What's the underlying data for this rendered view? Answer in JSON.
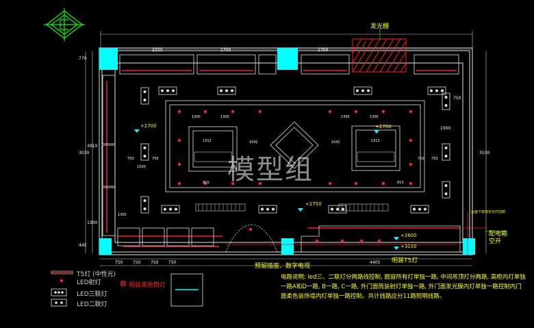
{
  "labels": {
    "light_shelf": "发光棚",
    "cabinet_base": "配电箱",
    "cabinet_base2": "空开",
    "bottom_center": "预留插座、数字电视",
    "bottom_right": "明装T5灯",
    "ceiling_h1": "+2700",
    "ceiling_h2": "+2700",
    "ceiling_h3": "+2750",
    "ceiling_h4": "+2600",
    "ceiling_h5": "+3150",
    "small_note": "台面下增加日光灯控制",
    "watermark": "模型组"
  },
  "dims_top": [
    "2330",
    "1700",
    "1700"
  ],
  "dims_left": [
    "770",
    "3030",
    "3910",
    "1300",
    "445"
  ],
  "dims_bottom": [
    "750",
    "750",
    "750",
    "750",
    "4405"
  ],
  "dims_right": [
    "750",
    "1500",
    "3530"
  ],
  "inner_dims": [
    "1300",
    "1300",
    "1300",
    "1300",
    "1042",
    "1042",
    "1500",
    "750",
    "750",
    "750",
    "750",
    "1300",
    "1312",
    "1312",
    "815",
    "815"
  ],
  "notes": "电路说明: led三、二联灯分两路线控制, 圆窗所有灯单独一路, 中间吊顶灯分两路, 高柜内灯单独一路A和D一路, B一路, C一路, 外门面筒装射灯单独一路, 外门面发光膜内灯单独一路控制内门面柔色装饰墙内灯单独一路控制。共计线路应分11路照明线路。",
  "legend": [
    {
      "symbol": "t5",
      "label": "T5灯 (中性光)"
    },
    {
      "symbol": "led-spot",
      "label": "LED射灯"
    },
    {
      "symbol": "led-3",
      "label": "LED三联灯"
    },
    {
      "symbol": "led-2",
      "label": "LED二联灯"
    },
    {
      "symbol": "downlight",
      "label": "明装黑色筒灯"
    }
  ],
  "colors": {
    "wall": "#e6e6e6",
    "cyan": "#00ffff",
    "red": "#ff2020",
    "yellow": "#ffff00",
    "green": "#00ff00",
    "dim": "#d0d0d0"
  }
}
